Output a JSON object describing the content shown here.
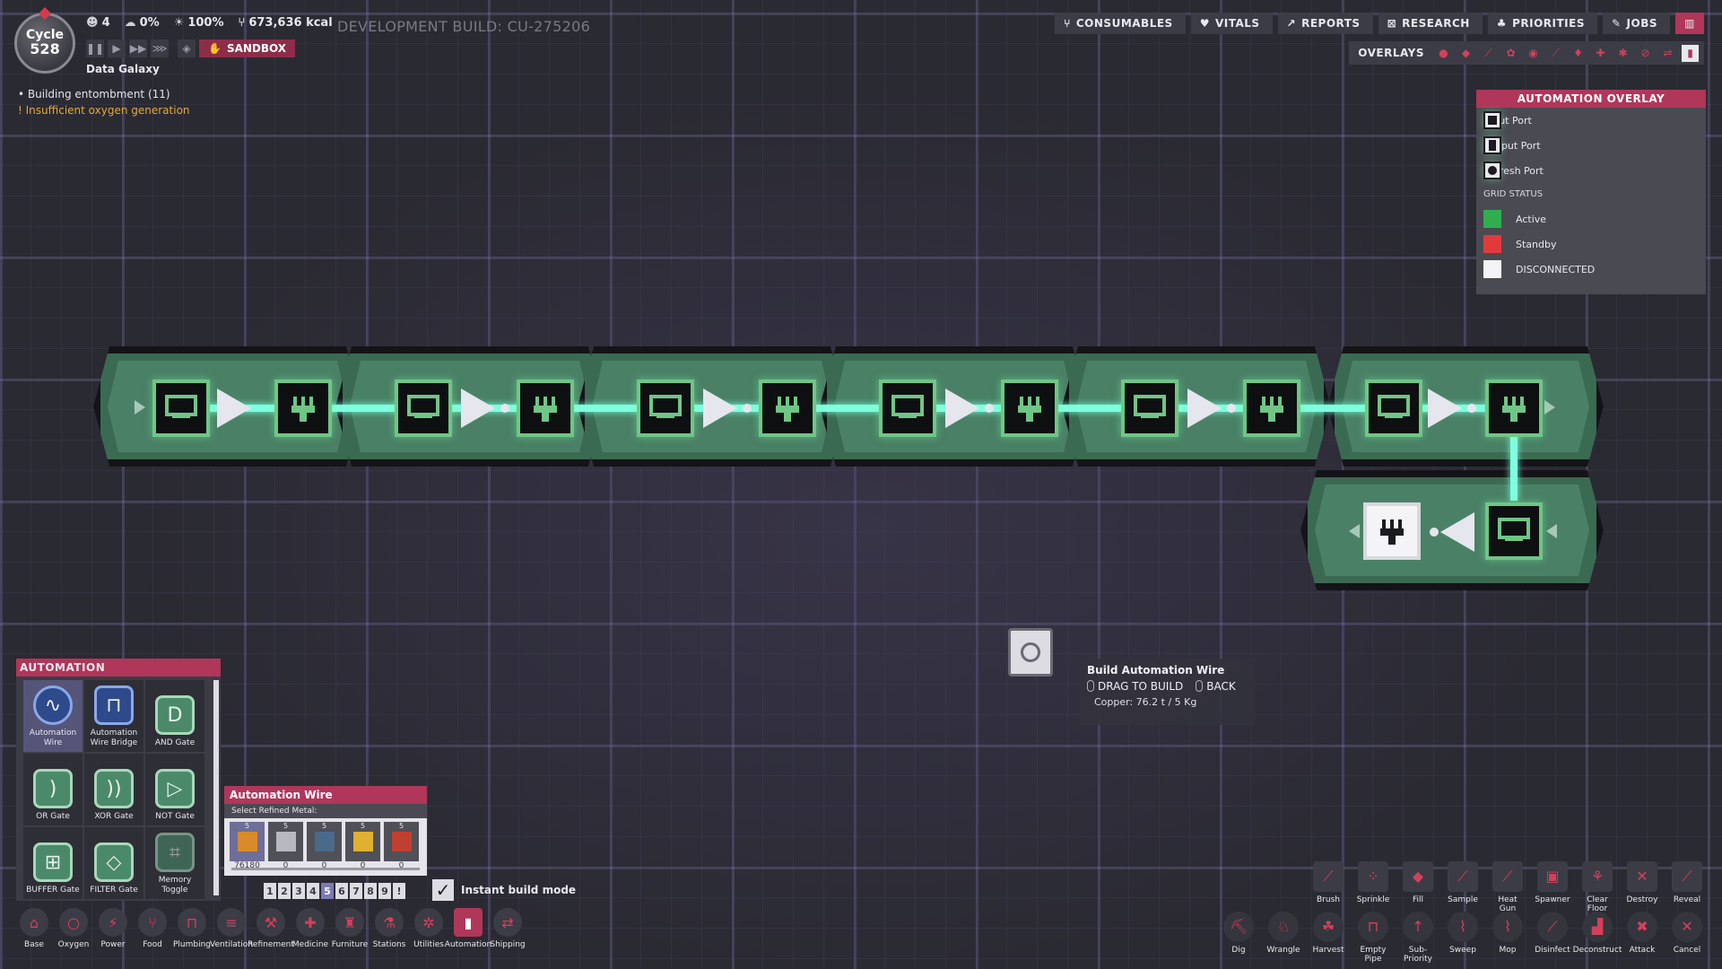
{
  "hud": {
    "cycle_label": "Cycle",
    "cycle_number": "528",
    "duplicants": "4",
    "stress": "0%",
    "sunlight": "100%",
    "calories": "673,636 kcal",
    "colony_name": "Data Galaxy",
    "sandbox_label": "SANDBOX",
    "dev_build": "DEVELOPMENT BUILD: CU-275206"
  },
  "alerts": [
    "Building entombment (11)",
    "Insufficient oxygen generation"
  ],
  "nav": {
    "consumables": "CONSUMABLES",
    "vitals": "VITALS",
    "reports": "REPORTS",
    "research": "RESEARCH",
    "priorities": "PRIORITIES",
    "jobs": "JOBS",
    "overlays": "OVERLAYS"
  },
  "legend": {
    "title": "AUTOMATION OVERLAY",
    "input_port": "Input Port",
    "output_port": "Output Port",
    "refresh_port": "Refresh Port",
    "grid_status": "GRID STATUS",
    "active": "Active",
    "standby": "Standby",
    "disconnected": "DISCONNECTED",
    "colors": {
      "active": "#2fae4e",
      "standby": "#e23a3a",
      "disconnected": "#f4f4f6"
    }
  },
  "tooltip": {
    "title": "Build Automation Wire",
    "drag": "DRAG TO BUILD",
    "back": "BACK",
    "cost": "Copper: 76.2 t / 5 Kg"
  },
  "build_panel": {
    "title": "AUTOMATION",
    "items": [
      {
        "label": "Automation Wire",
        "icon": "wire-icon"
      },
      {
        "label": "Automation Wire Bridge",
        "icon": "wire-bridge-icon"
      },
      {
        "label": "AND Gate",
        "icon": "and-gate-icon"
      },
      {
        "label": "OR Gate",
        "icon": "or-gate-icon"
      },
      {
        "label": "XOR Gate",
        "icon": "xor-gate-icon"
      },
      {
        "label": "NOT Gate",
        "icon": "not-gate-icon"
      },
      {
        "label": "BUFFER Gate",
        "icon": "buffer-gate-icon"
      },
      {
        "label": "FILTER Gate",
        "icon": "filter-gate-icon"
      },
      {
        "label": "Memory Toggle",
        "icon": "memory-toggle-icon"
      }
    ]
  },
  "material_panel": {
    "title": "Automation Wire",
    "subtitle": "Select Refined Metal:",
    "materials": [
      {
        "cost": "5",
        "amount": "76180",
        "color": "#d98a2a"
      },
      {
        "cost": "5",
        "amount": "0",
        "color": "#b8b8c0"
      },
      {
        "cost": "5",
        "amount": "0",
        "color": "#4a6a8a"
      },
      {
        "cost": "5",
        "amount": "0",
        "color": "#e0b030"
      },
      {
        "cost": "5",
        "amount": "0",
        "color": "#c04030"
      }
    ]
  },
  "priority_numbers": [
    "1",
    "2",
    "3",
    "4",
    "5",
    "6",
    "7",
    "8",
    "9"
  ],
  "selected_priority": "5",
  "instant_build": "Instant build mode",
  "categories": [
    "Base",
    "Oxygen",
    "Power",
    "Food",
    "Plumbing",
    "Ventilation",
    "Refinement",
    "Medicine",
    "Furniture",
    "Stations",
    "Utilities",
    "Automation",
    "Shipping"
  ],
  "sandbox_tools": [
    "Brush",
    "Sprinkle",
    "Fill",
    "Sample",
    "Heat Gun",
    "Spawner",
    "Clear Floor",
    "Destroy",
    "Reveal"
  ],
  "tools": [
    "Dig",
    "Wrangle",
    "Harvest",
    "Empty Pipe",
    "Sub-Priority",
    "Sweep",
    "Mop",
    "Disinfect",
    "Deconstruct",
    "Attack",
    "Cancel"
  ]
}
